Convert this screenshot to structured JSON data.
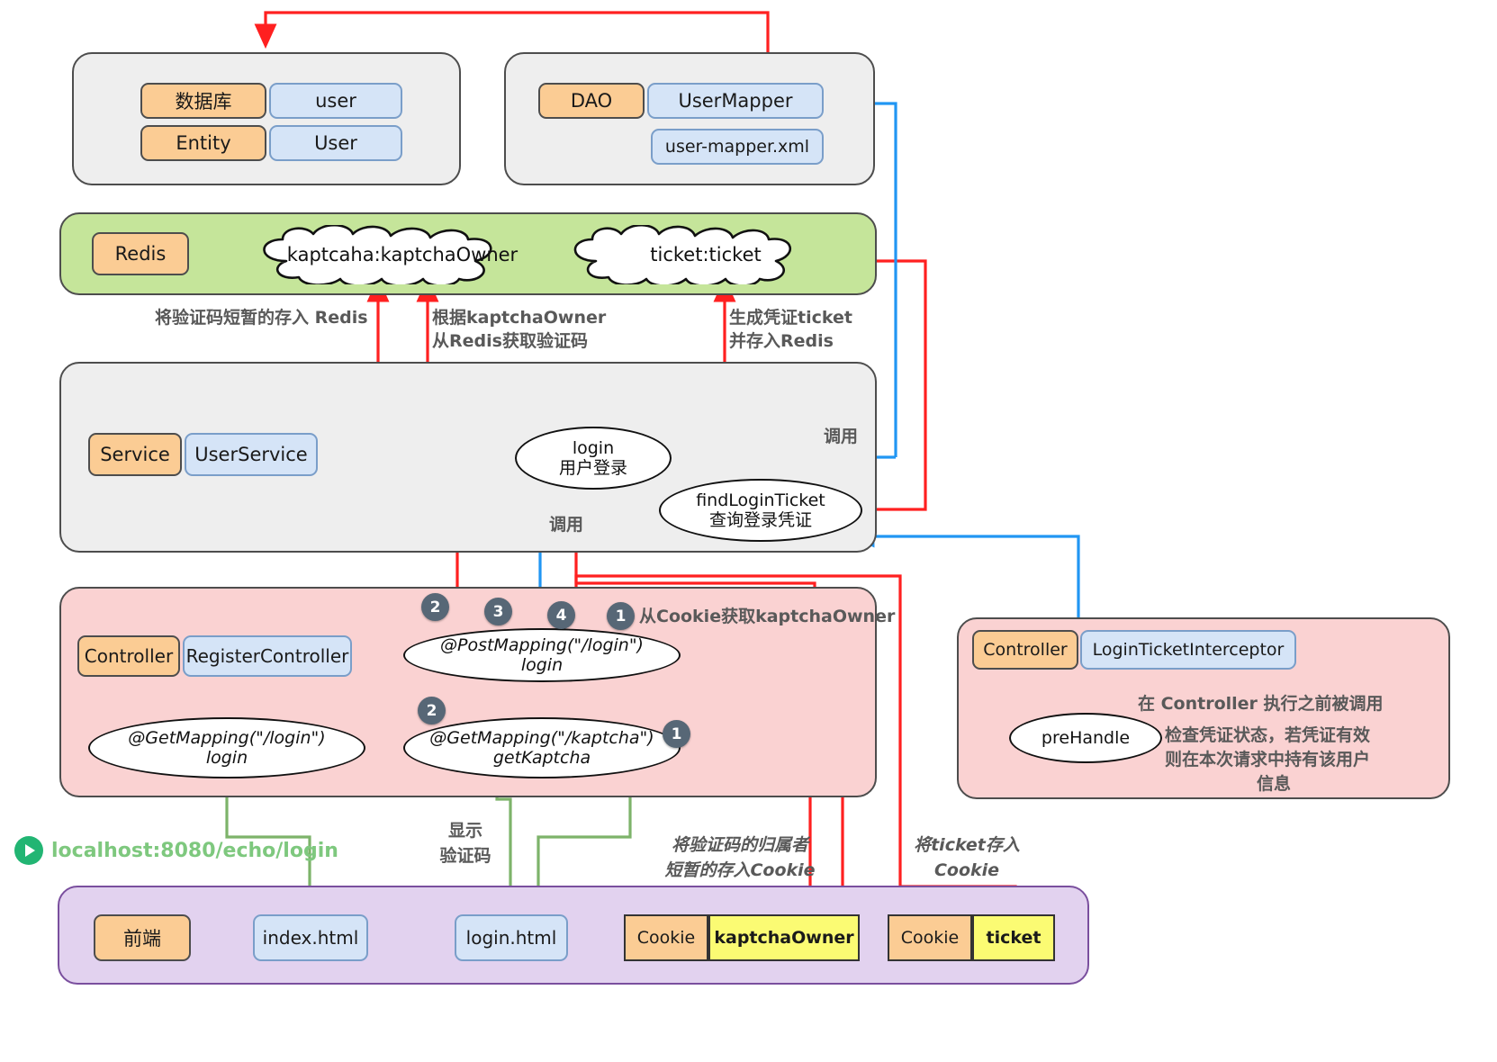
{
  "diagram": {
    "title": "Spring Boot login flow architecture",
    "colors": {
      "orange": "#fbcc94",
      "blue": "#d5e4f7",
      "green_panel": "#c5e59a",
      "pink_panel": "#fad2d2",
      "purple_panel": "#e2d2ef",
      "grey_panel": "#eeeeee",
      "yellow": "#fbfb73",
      "red_arrow": "#ff2020",
      "blue_arrow": "#2196f3",
      "green_arrow": "#7db36a",
      "badge": "#576776",
      "note_text": "#595959",
      "url_text": "#7ec87e"
    }
  },
  "db_panel": {
    "rows": [
      {
        "tag": "数据库",
        "value": "user"
      },
      {
        "tag": "Entity",
        "value": "User"
      }
    ]
  },
  "dao_panel": {
    "tag": "DAO",
    "items": [
      "UserMapper",
      "user-mapper.xml"
    ]
  },
  "redis_panel": {
    "tag": "Redis",
    "clouds": [
      "kaptcaha:kaptchaOwner",
      "ticket:ticket"
    ],
    "notes": [
      "将验证码短暂的存入 Redis",
      "根据kaptchaOwner\n从Redis获取验证码",
      "生成凭证ticket\n并存入Redis"
    ],
    "note_1": "将验证码短暂的存入 Redis",
    "note_2_l1": "根据kaptchaOwner",
    "note_2_l2": "从Redis获取验证码",
    "note_3_l1": "生成凭证ticket",
    "note_3_l2": "并存入Redis"
  },
  "service_panel": {
    "tag": "Service",
    "name": "UserService",
    "methods": [
      {
        "name": "login",
        "desc": "用户登录"
      },
      {
        "name": "findLoginTicket",
        "desc": "查询登录凭证"
      }
    ],
    "call_label_right": "调用",
    "call_label_bottom": "调用"
  },
  "controller_panel": {
    "tag": "Controller",
    "name": "RegisterController",
    "endpoints": [
      {
        "mapping": "@PostMapping(\"/login\")",
        "method": "login"
      },
      {
        "mapping": "@GetMapping(\"/login\")",
        "method": "login"
      },
      {
        "mapping": "@GetMapping(\"/kaptcha\")",
        "method": "getKaptcha"
      }
    ],
    "cookie_note": "从Cookie获取kaptchaOwner",
    "badges": [
      "2",
      "3",
      "4",
      "1",
      "2",
      "1"
    ]
  },
  "interceptor_panel": {
    "tag": "Controller",
    "name": "LoginTicketInterceptor",
    "method": "preHandle",
    "note_line1": "在 Controller 执行之前被调用",
    "note_line2": "检查凭证状态，若凭证有效",
    "note_line3": "则在本次请求中持有该用户",
    "note_line4": "信息"
  },
  "frontend_panel": {
    "tag": "前端",
    "pages": [
      "index.html",
      "login.html"
    ],
    "cookies": [
      {
        "label": "Cookie",
        "value": "kaptchaOwner"
      },
      {
        "label": "Cookie",
        "value": "ticket"
      }
    ]
  },
  "annotations": {
    "url": "localhost:8080/echo/login",
    "show_kaptcha_l1": "显示",
    "show_kaptcha_l2": "验证码",
    "store_owner_l1": "将验证码的归属者",
    "store_owner_l2": "短暂的存入Cookie",
    "store_ticket_l1": "将ticket存入",
    "store_ticket_l2": "Cookie"
  }
}
